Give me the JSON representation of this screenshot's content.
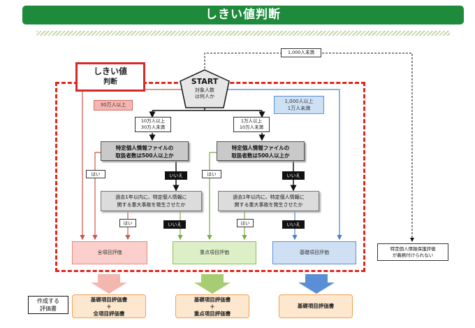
{
  "title": "しきい値判断",
  "threshold_box": {
    "line1": "しきい値",
    "line2": "判断"
  },
  "start": {
    "label": "START",
    "sub1": "対象人数",
    "sub2": "は何人か"
  },
  "top_branch": {
    "label": "1,000人未満"
  },
  "left_branch": {
    "label": "30万人以上"
  },
  "right_branch": {
    "line1": "1,000人以上",
    "line2": "1万人未満"
  },
  "mid_left_branch": {
    "line1": "10万人以上",
    "line2": "30万人未満"
  },
  "mid_right_branch": {
    "line1": "1万人以上",
    "line2": "10万人未満"
  },
  "question1": {
    "line1": "特定個人情報ファイルの",
    "line2": "取扱者数は500人以上か"
  },
  "question2": {
    "line1": "過去1年以内に、特定個人情報に",
    "line2": "関する重大事故を発生させたか"
  },
  "yes": "はい",
  "no": "いいえ",
  "results": {
    "full": "全項目評価",
    "focus": "重点項目評価",
    "basic": "基礎項目評価"
  },
  "not_required": {
    "line1": "特定個人情報保護評価",
    "line2": "が義務付けられない"
  },
  "created_docs_label": {
    "line1": "作成する",
    "line2": "評価書"
  },
  "outputs": {
    "left": {
      "line1": "基礎項目評価書",
      "plus": "＋",
      "line2": "全項目評価書"
    },
    "middle": {
      "line1": "基礎項目評価書",
      "plus": "＋",
      "line2": "重点項目評価書"
    },
    "right": {
      "line1": "基礎項目評価書"
    }
  },
  "colors": {
    "banner": "#1e8a3c",
    "frame": "#e3251e",
    "full": "#f4a7a0",
    "focus": "#a8cc72",
    "basic": "#5a8fd6"
  }
}
